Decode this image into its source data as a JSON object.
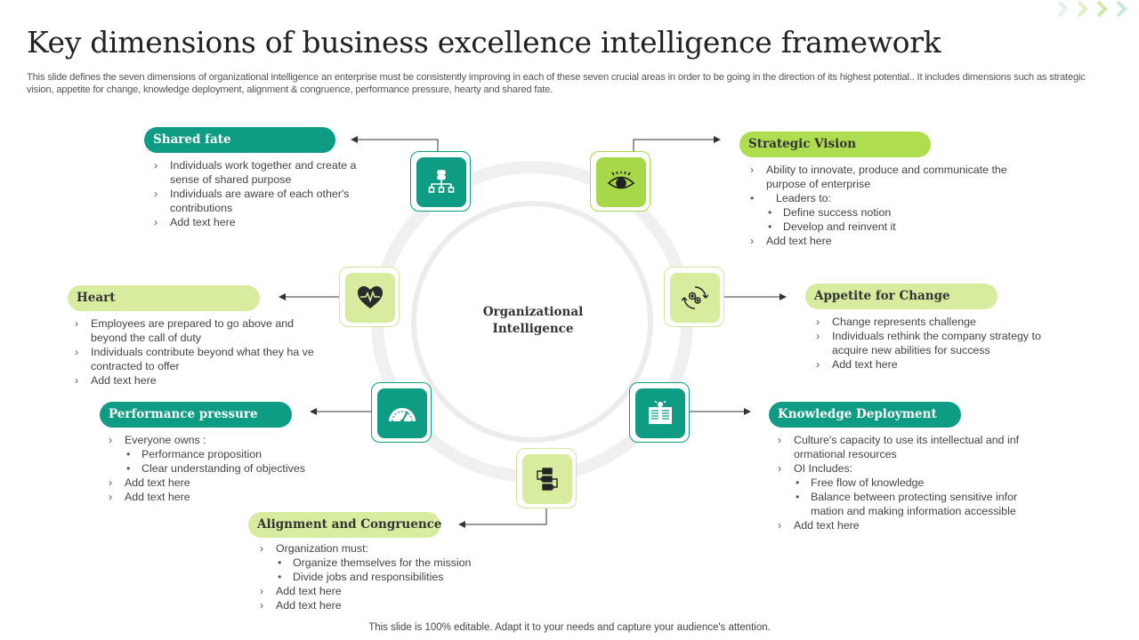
{
  "title": "Key dimensions of business excellence intelligence framework",
  "description": "This slide defines the seven dimensions of organizational intelligence an enterprise must be consistently improving in each of these seven crucial areas in order to be going in the direction of its highest potential.. It includes dimensions such as strategic vision, appetite for change, knowledge deployment, alignment & congruence, performance pressure, hearty and shared fate.",
  "center": {
    "line1": "Organizational",
    "line2": "Intelligence"
  },
  "colors": {
    "teal": "#0e9c84",
    "lime": "#d8ec9f",
    "lime_bright": "#aedd4f"
  },
  "dimensions": {
    "shared_fate": {
      "title": "Shared fate",
      "icon": "hierarchy-icon",
      "items": [
        "Individuals work together and create a sense of shared purpose",
        "Individuals are aware of each other's contributions",
        "Add text here"
      ]
    },
    "strategic_vision": {
      "title": "Strategic Vision",
      "icon": "eye-icon",
      "items": [
        "Ability to innovate, produce and communicate the purpose of enterprise",
        "Leaders to:",
        "Define success notion",
        "Develop and reinvent it",
        "Add text here"
      ]
    },
    "heart": {
      "title": "Heart",
      "icon": "heart-pulse-icon",
      "items": [
        "Employees are prepared to go above and beyond the call of duty",
        "Individuals contribute beyond what they ha ve contracted to offer",
        "Add text here"
      ]
    },
    "appetite_for_change": {
      "title": "Appetite for Change",
      "icon": "gears-cycle-icon",
      "items": [
        "Change represents challenge",
        "Individuals rethink the company strategy to acquire new abilities for success",
        "Add text here"
      ]
    },
    "performance_pressure": {
      "title": "Performance pressure",
      "icon": "speedometer-icon",
      "items": [
        "Everyone owns :",
        "Performance proposition",
        "Clear understanding of objectives",
        "Add text here",
        "Add text here"
      ]
    },
    "knowledge_deployment": {
      "title": "Knowledge Deployment",
      "icon": "document-lightbulb-icon",
      "items": [
        "Culture's capacity to use its intellectual and inf ormational resources",
        "OI Includes:",
        "Free flow of knowledge",
        "Balance between protecting sensitive infor mation and making information accessible",
        "Add text here"
      ]
    },
    "alignment": {
      "title": "Alignment and Congruence",
      "icon": "flow-blocks-icon",
      "items": [
        "Organization must:",
        "Organize themselves for the mission",
        "Divide jobs and responsibilities",
        "Add text here",
        "Add text here"
      ]
    }
  },
  "footer": "This slide is 100% editable. Adapt it to your needs and capture your audience's attention."
}
